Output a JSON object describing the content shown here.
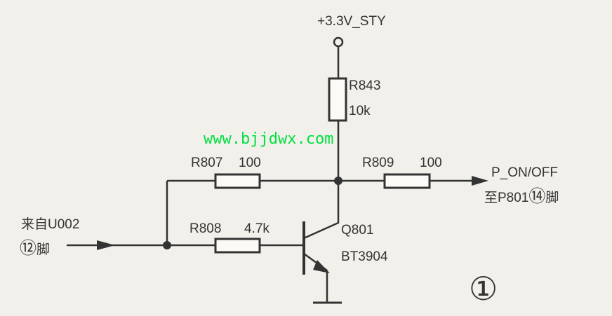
{
  "supply_label": "+3.3V_STY",
  "resistors": {
    "r843": {
      "name": "R843",
      "value": "10k"
    },
    "r807": {
      "name": "R807",
      "value": "100"
    },
    "r809": {
      "name": "R809",
      "value": "100"
    },
    "r808": {
      "name": "R808",
      "value": "4.7k"
    }
  },
  "transistor": {
    "name": "Q801",
    "part": "BT3904"
  },
  "input": {
    "line1": "来自U002",
    "pin": "⑫",
    "pin_suffix": "脚"
  },
  "output": {
    "signal": "P_ON/OFF",
    "dest_prefix": "至P801",
    "pin": "⑭",
    "pin_suffix": "脚"
  },
  "figure_number": "①",
  "watermark": "www.bjjdwx.com"
}
